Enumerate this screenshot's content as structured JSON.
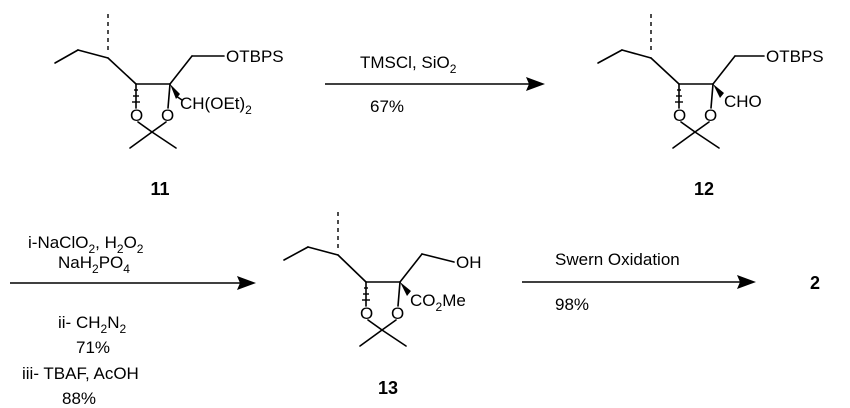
{
  "compounds": {
    "c11": {
      "number": "11",
      "substituents": {
        "otbps": "OTBPS",
        "o_left": "O",
        "o_right": "O",
        "ch": "CH(OEt)",
        "ch_sub": "2"
      }
    },
    "c12": {
      "number": "12",
      "substituents": {
        "otbps": "OTBPS",
        "o_left": "O",
        "o_right": "O",
        "cho": "CHO"
      }
    },
    "c13": {
      "number": "13",
      "substituents": {
        "oh": "OH",
        "o_left": "O",
        "o_right": "O",
        "co": "CO",
        "co_sub": "2",
        "me": "Me"
      }
    },
    "c2": {
      "number": "2"
    }
  },
  "reactions": {
    "r1": {
      "reagents": "TMSCl, SiO",
      "reagents_sub": "2",
      "yield": "67%"
    },
    "r2": {
      "line1_a": "i-NaClO",
      "line1_sub1": "2",
      "line1_b": ", H",
      "line1_sub2": "2",
      "line1_c": "O",
      "line1_sub3": "2",
      "line2_a": "NaH",
      "line2_sub1": "2",
      "line2_b": "PO",
      "line2_sub2": "4",
      "line3_a": "ii- CH",
      "line3_sub1": "2",
      "line3_b": "N",
      "line3_sub2": "2",
      "yield1": "71%",
      "line4": "iii- TBAF, AcOH",
      "yield2": "88%"
    },
    "r3": {
      "reagents": "Swern Oxidation",
      "yield": "98%"
    }
  }
}
